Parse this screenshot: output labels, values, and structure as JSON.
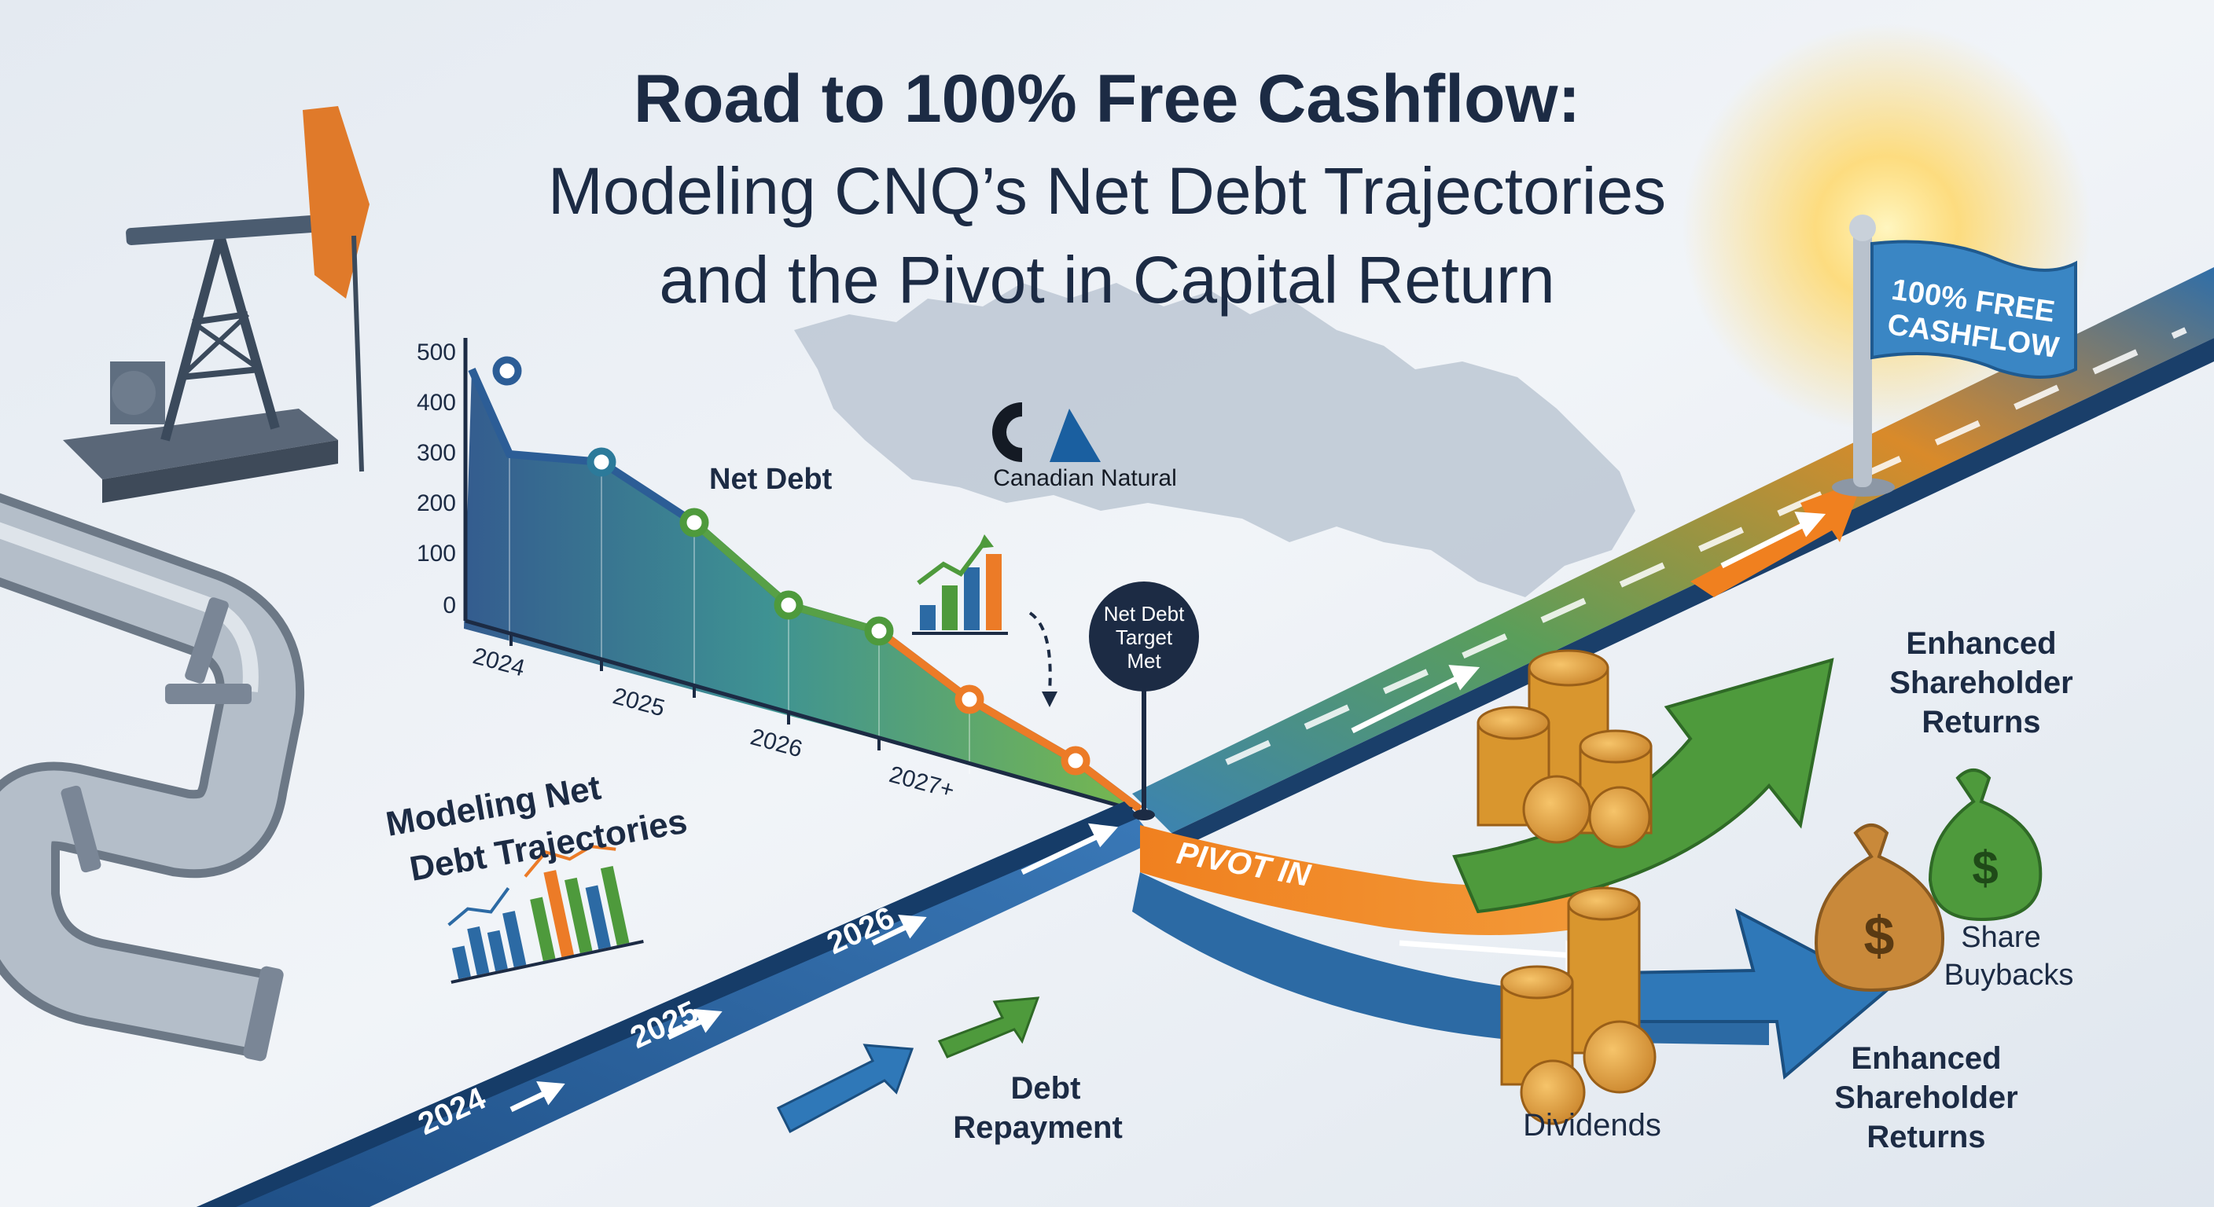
{
  "title": {
    "line1": "Road to 100% Free Cashflow:",
    "line2": "Modeling CNQ’s Net Debt Trajectories",
    "line3": "and the Pivot in Capital Return"
  },
  "logo": {
    "text": "Canadian Natural"
  },
  "flag": {
    "line1": "100% FREE",
    "line2": "CASHFLOW"
  },
  "chart": {
    "series_label": "Net Debt",
    "y_ticks": [
      "500",
      "400",
      "300",
      "200",
      "100",
      "0"
    ],
    "x_ticks": [
      "2024",
      "2025",
      "2026",
      "2027+"
    ]
  },
  "marker": {
    "line1": "Net Debt",
    "line2": "Target",
    "line3": "Met"
  },
  "road": {
    "years": [
      "2024",
      "2025",
      "2026"
    ],
    "pivot_label": "PIVOT IN"
  },
  "labels": {
    "modeling_line1": "Modeling Net",
    "modeling_line2": "Debt Trajectories",
    "debt_repayment_line1": "Debt",
    "debt_repayment_line2": "Repayment",
    "dividends": "Dividends",
    "share_buybacks_line1": "Share",
    "share_buybacks_line2": "Buybacks",
    "returns_top_line1": "Enhanced",
    "returns_top_line2": "Shareholder",
    "returns_top_line3": "Returns",
    "returns_bottom_line1": "Enhanced",
    "returns_bottom_line2": "Shareholder",
    "returns_bottom_line3": "Returns"
  },
  "colors": {
    "navy": "#1c2b44",
    "blue": "#2c6aa4",
    "green": "#4e9a3c",
    "orange": "#ec7b27",
    "gold": "#d9962e",
    "background": "#e9eef4"
  }
}
